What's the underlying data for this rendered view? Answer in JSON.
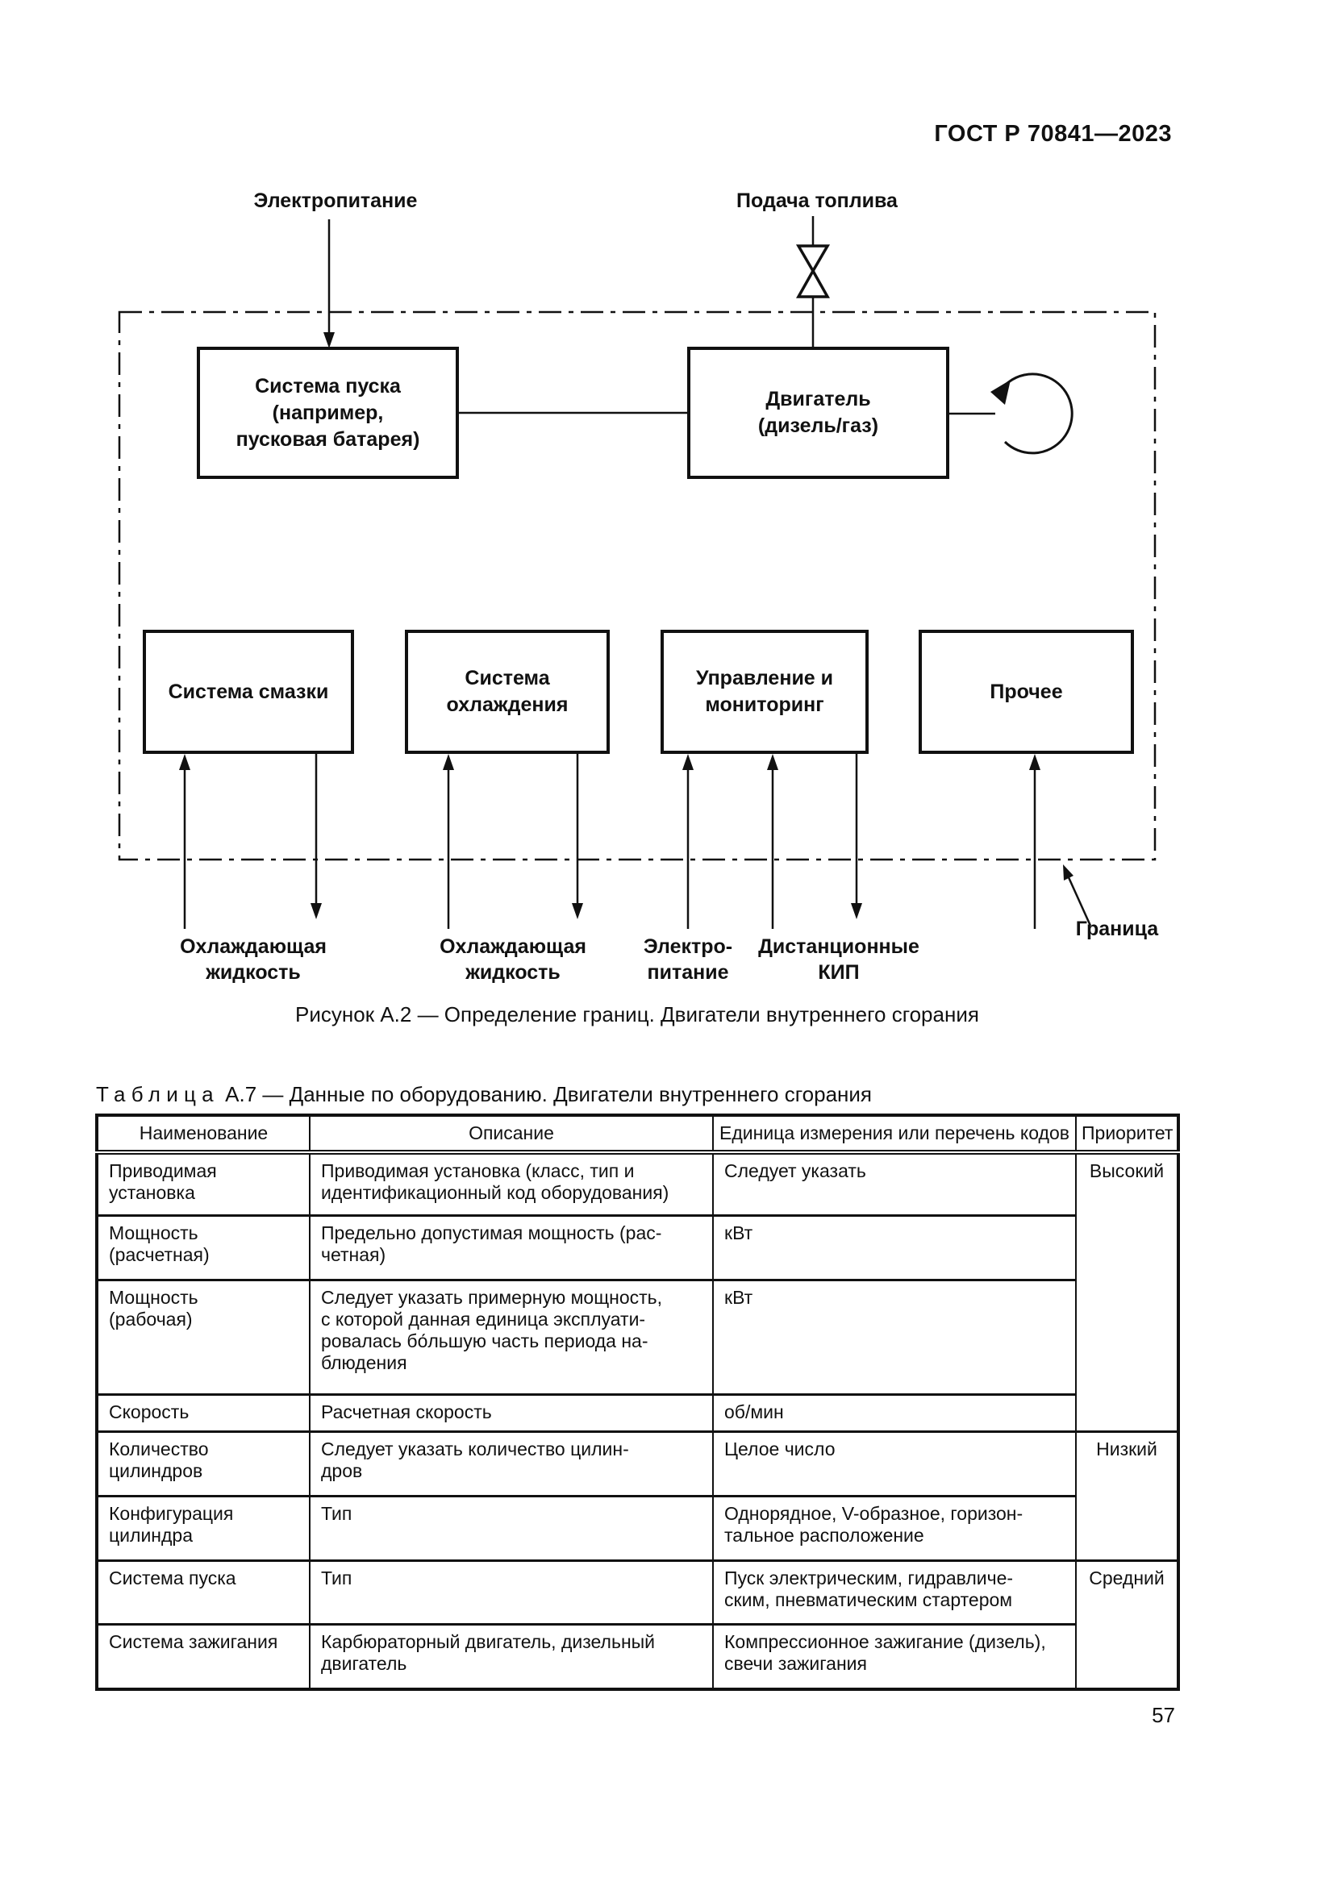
{
  "page": {
    "standard_ref": "ГОСТ Р 70841—2023",
    "page_number": "57"
  },
  "figure": {
    "caption": "Рисунок А.2 — Определение границ. Двигатели внутреннего сгорания",
    "labels": {
      "power_supply": "Электропитание",
      "fuel_supply": "Подача топлива",
      "start_system": "Система пуска\n(например,\nпусковая батарея)",
      "engine": "Двигатель\n(дизель/газ)",
      "lube_system": "Система смазки",
      "cooling_system": "Система\nохлаждения",
      "control_monitoring": "Управление и\nмониторинг",
      "other": "Прочее",
      "coolant_1": "Охлаждающая\nжидкость",
      "coolant_2": "Охлаждающая\nжидкость",
      "electro_power": "Электро-\nпитание",
      "remote_instruments": "Дистанционные\nКИП",
      "boundary": "Граница"
    },
    "icons": {
      "valve": "fuel-valve",
      "rotation": "shaft-rotation-arrow"
    }
  },
  "table": {
    "title_label": "Таблица",
    "title_rest": "А.7 — Данные по оборудованию. Двигатели внутреннего сгорания",
    "headers": [
      "Наименование",
      "Описание",
      "Единица измерения или перечень кодов",
      "Приоритет"
    ],
    "rows": [
      {
        "name": "Приводимая\nустановка",
        "description": "Приводимая установка (класс, тип и\nидентификационный код оборудования)",
        "unit": "Следует указать",
        "priority": "Высокий"
      },
      {
        "name": "Мощность\n(расчетная)",
        "description": "Предельно допустимая мощность (рас-\nчетная)",
        "unit": "кВт"
      },
      {
        "name": "Мощность\n(рабочая)",
        "description": "Следует указать примерную мощность,\nс которой данная единица эксплуати-\nровалась бо́льшую часть периода на-\nблюдения",
        "unit": "кВт"
      },
      {
        "name": "Скорость",
        "description": "Расчетная скорость",
        "unit": "об/мин"
      },
      {
        "name": "Количество\nцилиндров",
        "description": "Следует указать количество цилин-\nдров",
        "unit": "Целое число",
        "priority": "Низкий"
      },
      {
        "name": "Конфигурация\nцилиндра",
        "description": "Тип",
        "unit": "Однорядное, V-образное, горизон-\nтальное расположение"
      },
      {
        "name": "Система пуска",
        "description": "Тип",
        "unit": "Пуск электрическим, гидравличе-\nским, пневматическим стартером",
        "priority": "Средний"
      },
      {
        "name": "Система зажигания",
        "description": "Карбюраторный двигатель, дизельный\nдвигатель",
        "unit": "Компрессионное зажигание (дизель),\nсвечи зажигания"
      }
    ]
  }
}
